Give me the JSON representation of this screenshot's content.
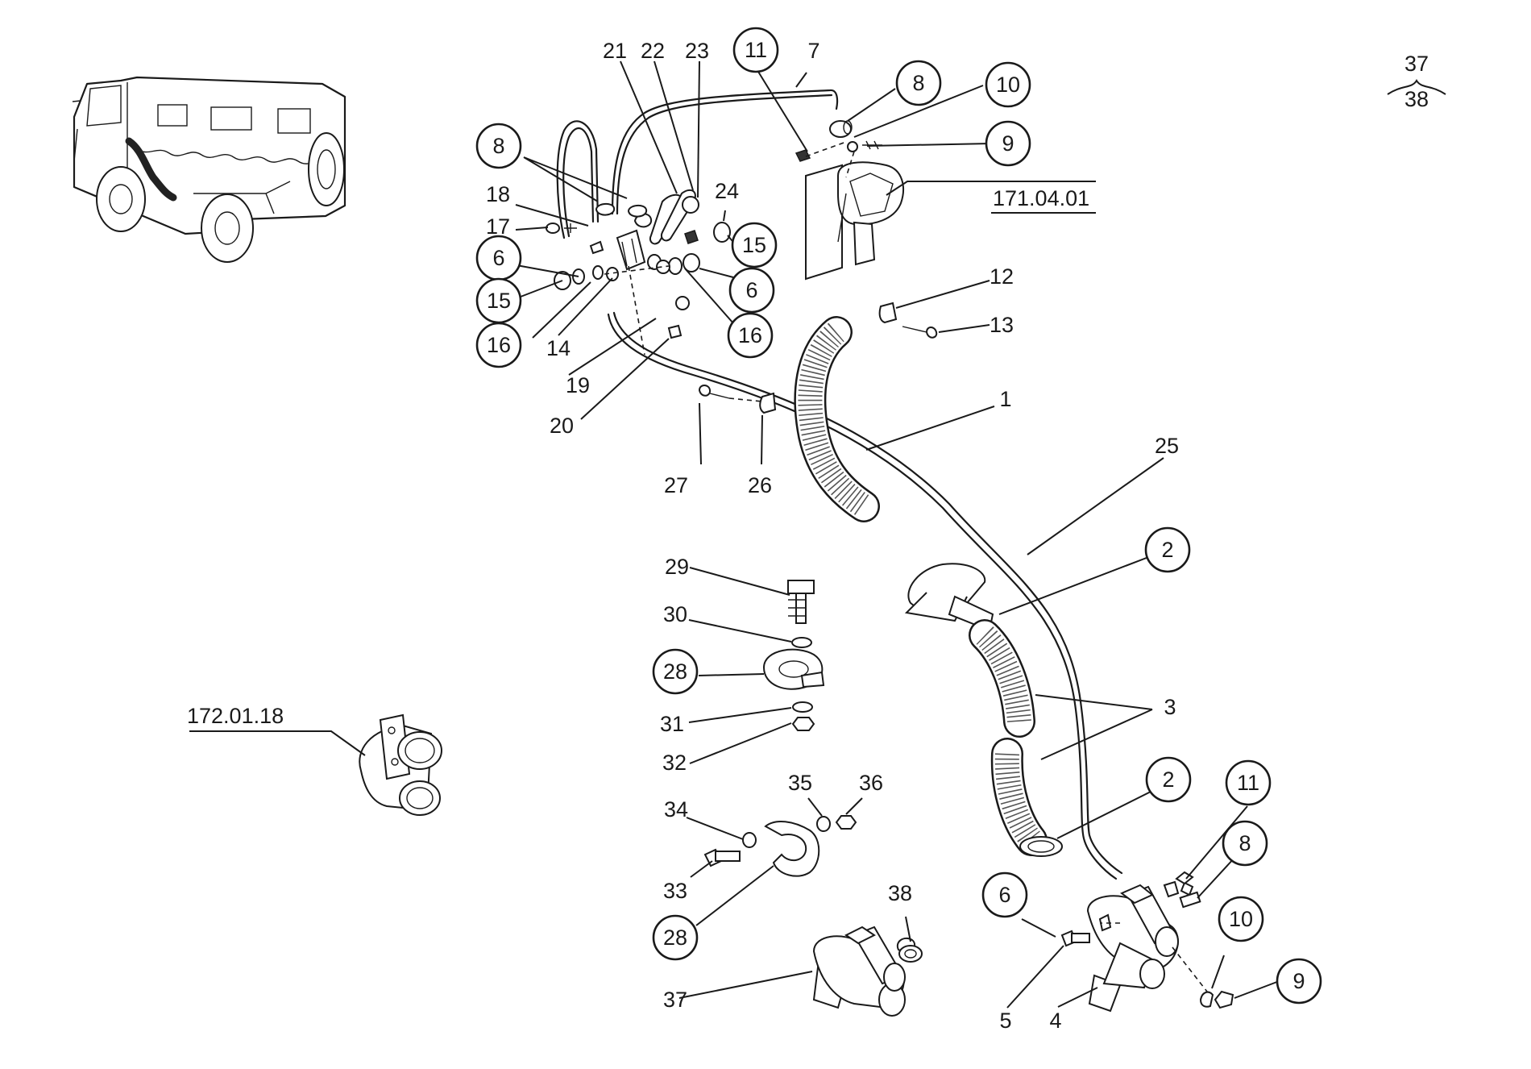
{
  "diagram": {
    "group_label": {
      "top": "37",
      "bottom": "38"
    },
    "references": [
      {
        "id": "ref-171",
        "text": "171.04.01"
      },
      {
        "id": "ref-172",
        "text": "172.01.18"
      }
    ],
    "callouts": [
      {
        "id": "c11a",
        "label": "11",
        "circled": true
      },
      {
        "id": "c7",
        "label": "7",
        "circled": false
      },
      {
        "id": "c8a",
        "label": "8",
        "circled": true
      },
      {
        "id": "c10a",
        "label": "10",
        "circled": true
      },
      {
        "id": "c9a",
        "label": "9",
        "circled": true
      },
      {
        "id": "c21",
        "label": "21",
        "circled": false
      },
      {
        "id": "c22",
        "label": "22",
        "circled": false
      },
      {
        "id": "c23",
        "label": "23",
        "circled": false
      },
      {
        "id": "c8b",
        "label": "8",
        "circled": true
      },
      {
        "id": "c18",
        "label": "18",
        "circled": false
      },
      {
        "id": "c17",
        "label": "17",
        "circled": false
      },
      {
        "id": "c6a",
        "label": "6",
        "circled": true
      },
      {
        "id": "c15a",
        "label": "15",
        "circled": true
      },
      {
        "id": "c16a",
        "label": "16",
        "circled": true
      },
      {
        "id": "c14",
        "label": "14",
        "circled": false
      },
      {
        "id": "c19",
        "label": "19",
        "circled": false
      },
      {
        "id": "c20",
        "label": "20",
        "circled": false
      },
      {
        "id": "c24",
        "label": "24",
        "circled": false
      },
      {
        "id": "c15b",
        "label": "15",
        "circled": true
      },
      {
        "id": "c6b",
        "label": "6",
        "circled": true
      },
      {
        "id": "c16b",
        "label": "16",
        "circled": true
      },
      {
        "id": "c12",
        "label": "12",
        "circled": false
      },
      {
        "id": "c13",
        "label": "13",
        "circled": false
      },
      {
        "id": "c1",
        "label": "1",
        "circled": false
      },
      {
        "id": "c27",
        "label": "27",
        "circled": false
      },
      {
        "id": "c26",
        "label": "26",
        "circled": false
      },
      {
        "id": "c25",
        "label": "25",
        "circled": false
      },
      {
        "id": "c2a",
        "label": "2",
        "circled": true
      },
      {
        "id": "c3",
        "label": "3",
        "circled": false
      },
      {
        "id": "c2b",
        "label": "2",
        "circled": true
      },
      {
        "id": "c29",
        "label": "29",
        "circled": false
      },
      {
        "id": "c30",
        "label": "30",
        "circled": false
      },
      {
        "id": "c28a",
        "label": "28",
        "circled": true
      },
      {
        "id": "c31",
        "label": "31",
        "circled": false
      },
      {
        "id": "c32",
        "label": "32",
        "circled": false
      },
      {
        "id": "c34",
        "label": "34",
        "circled": false
      },
      {
        "id": "c35",
        "label": "35",
        "circled": false
      },
      {
        "id": "c36",
        "label": "36",
        "circled": false
      },
      {
        "id": "c33",
        "label": "33",
        "circled": false
      },
      {
        "id": "c28b",
        "label": "28",
        "circled": true
      },
      {
        "id": "c38",
        "label": "38",
        "circled": false
      },
      {
        "id": "c37",
        "label": "37",
        "circled": false
      },
      {
        "id": "c11b",
        "label": "11",
        "circled": true
      },
      {
        "id": "c8c",
        "label": "8",
        "circled": true
      },
      {
        "id": "c6c",
        "label": "6",
        "circled": true
      },
      {
        "id": "c10b",
        "label": "10",
        "circled": true
      },
      {
        "id": "c9b",
        "label": "9",
        "circled": true
      },
      {
        "id": "c5",
        "label": "5",
        "circled": false
      },
      {
        "id": "c4",
        "label": "4",
        "circled": false
      }
    ]
  }
}
